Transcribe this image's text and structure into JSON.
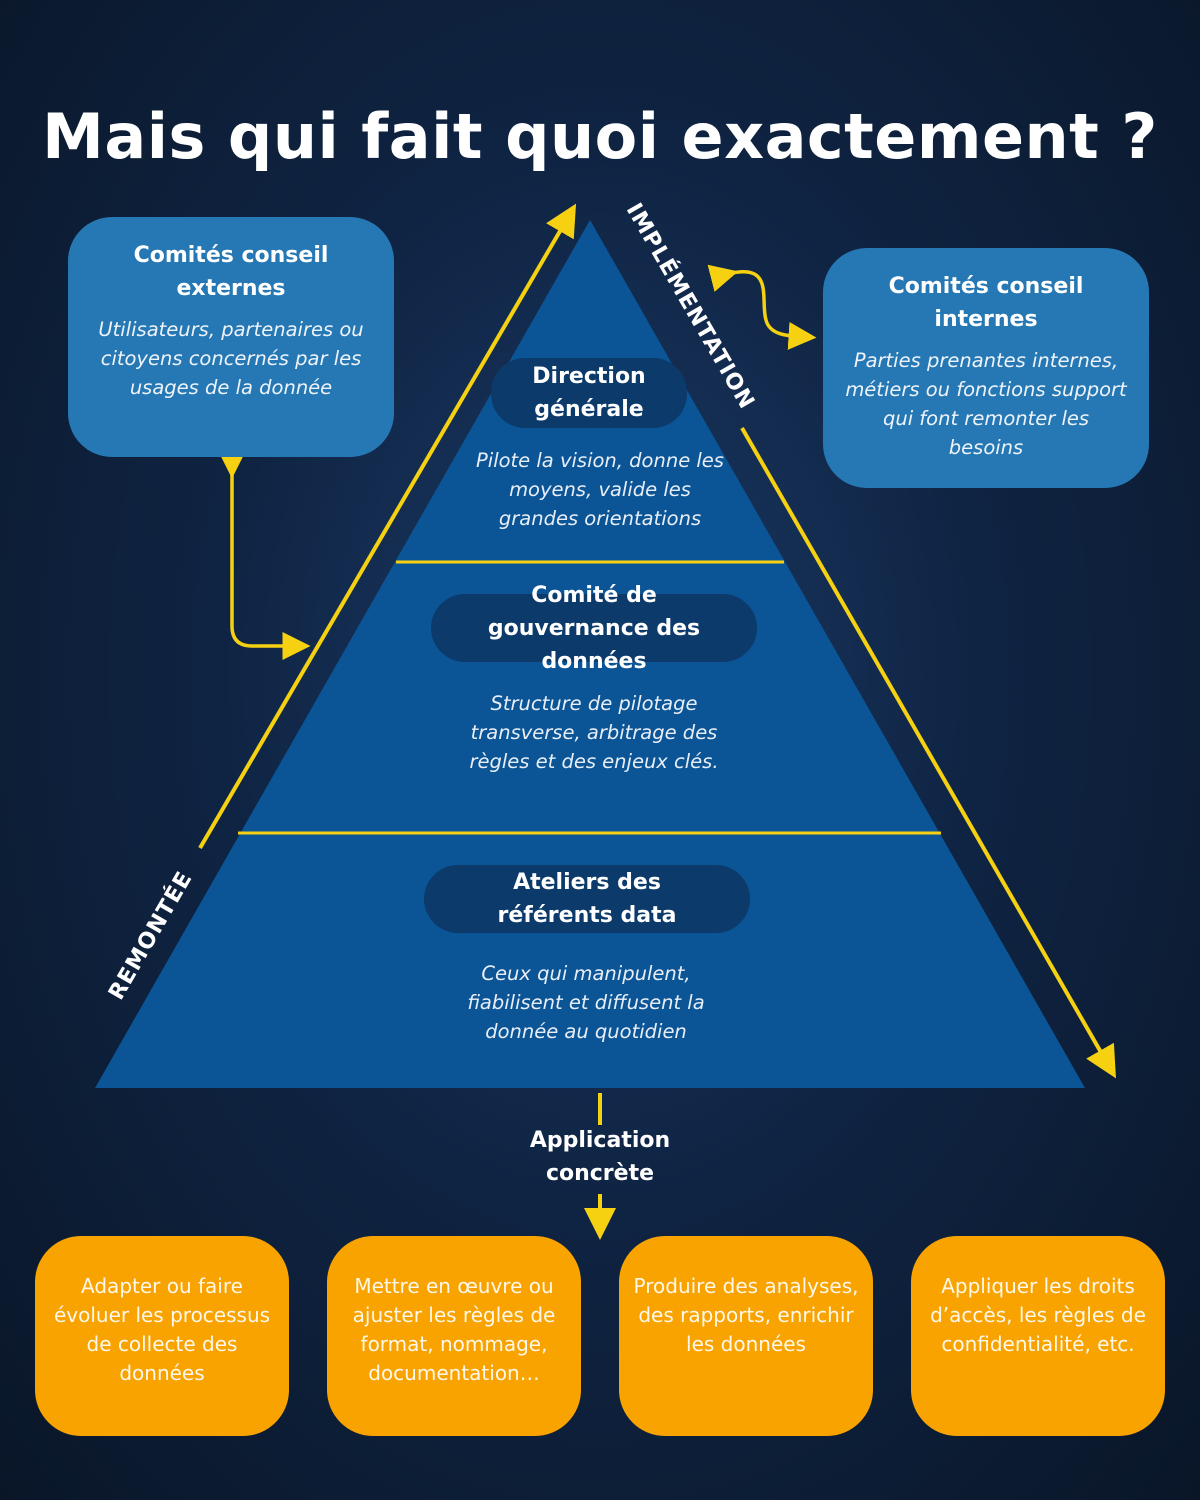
{
  "title": "Mais qui fait quoi exactement ?",
  "pyramid": {
    "levels": [
      {
        "name": "Direction générale",
        "description": "Pilote la vision, donne les moyens, valide les grandes orientations"
      },
      {
        "name": "Comité de gouvernance des données",
        "description": "Structure de pilotage transverse, arbitrage des règles et des enjeux clés."
      },
      {
        "name": "Ateliers des référents data",
        "description": "Ceux qui manipulent, fiabilisent et diffusent la donnée au quotidien"
      }
    ]
  },
  "external_committee": {
    "title": "Comités conseil externes",
    "description": "Utilisateurs, partenaires ou citoyens concernés par les usages de la donnée"
  },
  "internal_committee": {
    "title": "Comités conseil internes",
    "description": "Parties prenantes internes, métiers ou fonctions support qui font remonter les besoins"
  },
  "arrows": {
    "left_label": "REMONTÉE",
    "right_label": "IMPLÉMENTATION",
    "bottom_label": "Application concrète"
  },
  "actions": [
    "Adapter ou faire évoluer les processus de collecte des données",
    "Mettre en œuvre ou ajuster les règles de format, nommage, documentation…",
    "Produire des analyses, des rapports, enrichir les données",
    "Appliquer les droits d’accès, les règles de confidentialité, etc."
  ],
  "colors": {
    "background": "#0f2443",
    "pyramid": "#0b5596",
    "pill": "#0b3a6b",
    "side_box": "#2678b4",
    "accent_yellow": "#f5d112",
    "action_orange": "#f8a300"
  }
}
